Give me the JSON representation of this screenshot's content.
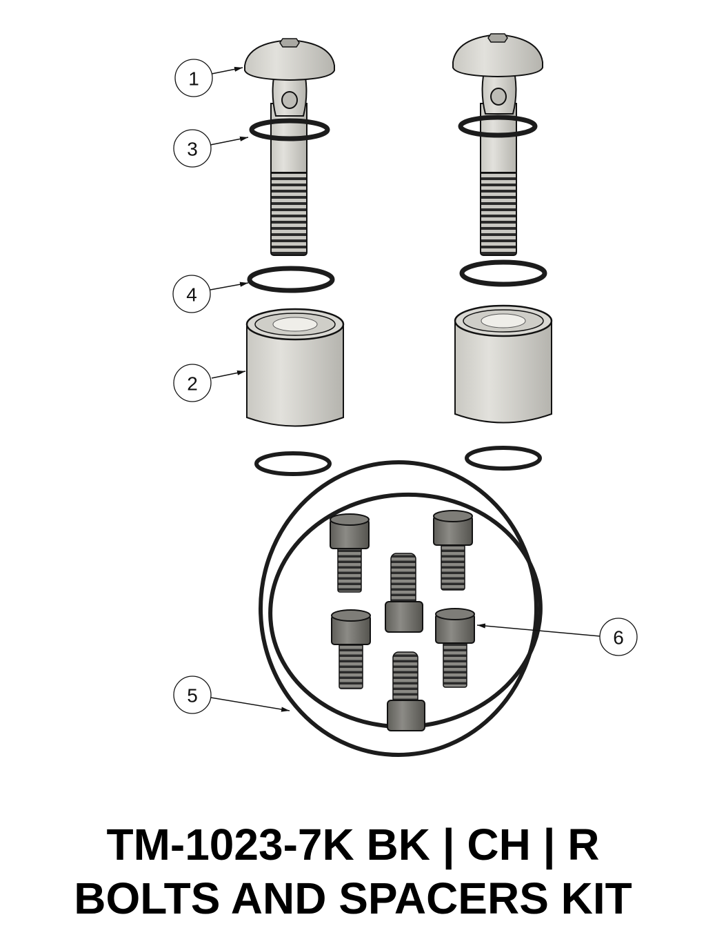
{
  "title": {
    "part_number_line": "TM-1023-7K BK | CH | R",
    "description_line": "BOLTS AND SPACERS KIT"
  },
  "balloons": [
    {
      "id": "1",
      "label": "1",
      "target": "banjo-bolt"
    },
    {
      "id": "2",
      "label": "2",
      "target": "spacer"
    },
    {
      "id": "3",
      "label": "3",
      "target": "upper-o-ring"
    },
    {
      "id": "4",
      "label": "4",
      "target": "lower-o-ring"
    },
    {
      "id": "5",
      "label": "5",
      "target": "large-o-ring"
    },
    {
      "id": "6",
      "label": "6",
      "target": "socket-head-cap-screw"
    }
  ],
  "parts": {
    "banjo_bolt_count": 2,
    "spacer_count": 2,
    "small_o_ring_count": 6,
    "large_o_ring_count": 2,
    "cap_screw_count": 6
  },
  "colors": {
    "metal_light": "#d6d5d0",
    "metal_mid": "#b9b8b2",
    "o_ring": "#1c1c1c",
    "screw_dark": "#6e6d68",
    "outline": "#111111"
  }
}
